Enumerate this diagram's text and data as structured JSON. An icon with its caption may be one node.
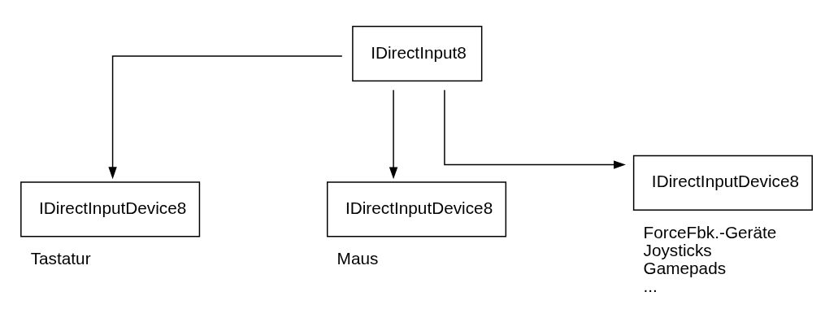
{
  "diagram": {
    "nodes": [
      {
        "text": [
          "IDirectInput8"
        ]
      },
      {
        "text": [
          "IDirectInputDevice8"
        ],
        "beside": [
          "Tastatur"
        ]
      },
      {
        "text": [
          "IDirectInputDevice8"
        ],
        "beside": [
          "Maus"
        ]
      },
      {
        "text": [
          "IDirectInputDevice8"
        ],
        "beside": [
          "ForceFbk.-Geräte",
          "Joysticks",
          "Gamepads",
          "..."
        ]
      }
    ],
    "edges": [
      {
        "from": 0,
        "to": 1,
        "arrow": "to"
      },
      {
        "from": 0,
        "to": 2,
        "arrow": "to"
      },
      {
        "from": 0,
        "to": 3,
        "arrow": "to"
      }
    ]
  }
}
